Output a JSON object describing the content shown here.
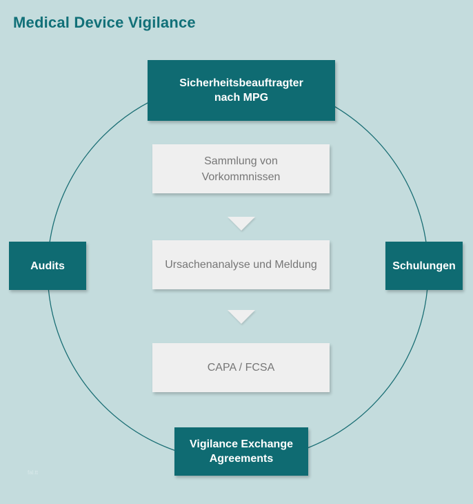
{
  "title": "Medical Device Vigilance",
  "colors": {
    "background": "#c4dcdd",
    "accent": "#0f6b72",
    "title": "#117078",
    "process_box": "#efefef",
    "process_text": "#767676",
    "circle": "#1a6e74"
  },
  "nodes": {
    "top": {
      "line1": "Sicherheitsbeauftragter",
      "line2": "nach MPG"
    },
    "left": {
      "label": "Audits"
    },
    "right": {
      "label": "Schulungen"
    },
    "bottom": {
      "line1": "Vigilance Exchange",
      "line2": "Agreements"
    }
  },
  "process_steps": [
    {
      "line1": "Sammlung von",
      "line2": "Vorkommnissen"
    },
    {
      "line1": "Ursachenanalyse und Meldung"
    },
    {
      "line1": "CAPA / FCSA"
    }
  ],
  "watermark": "fal.tt"
}
